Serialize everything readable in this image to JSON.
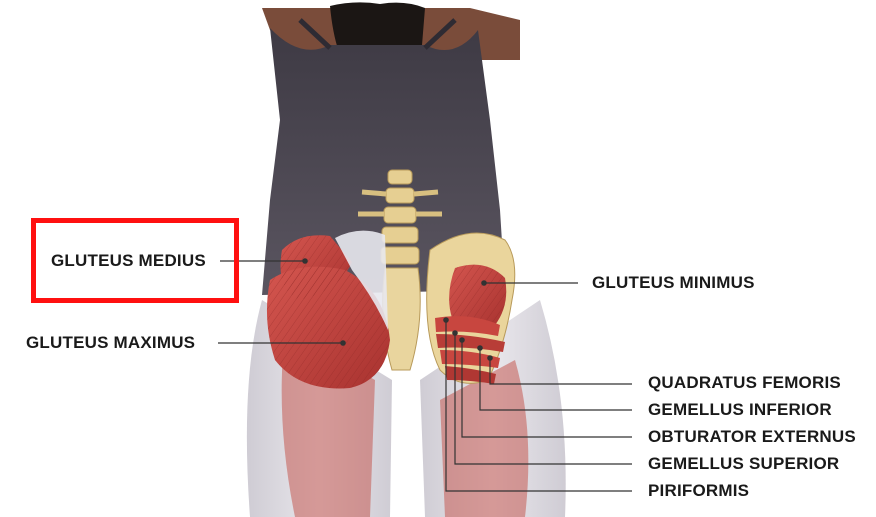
{
  "labels": {
    "gluteus_medius": "GLUTEUS MEDIUS",
    "gluteus_maximus": "GLUTEUS MAXIMUS",
    "gluteus_minimus": "GLUTEUS MINIMUS",
    "quadratus_femoris": "QUADRATUS FEMORIS",
    "gemellus_inferior": "GEMELLUS INFERIOR",
    "obturator_externus": "OBTURATOR EXTERNUS",
    "gemellus_superior": "GEMELLUS SUPERIOR",
    "piriformis": "PIRIFORMIS"
  },
  "highlight": {
    "target": "GLUTEUS MEDIUS",
    "color": "#ff1010"
  },
  "colors": {
    "muscle": "#c0403c",
    "bone": "#e8d39a",
    "tank_top": "#4a4650",
    "skin": "#8a5a44",
    "leggings": "#d8d6dc"
  }
}
